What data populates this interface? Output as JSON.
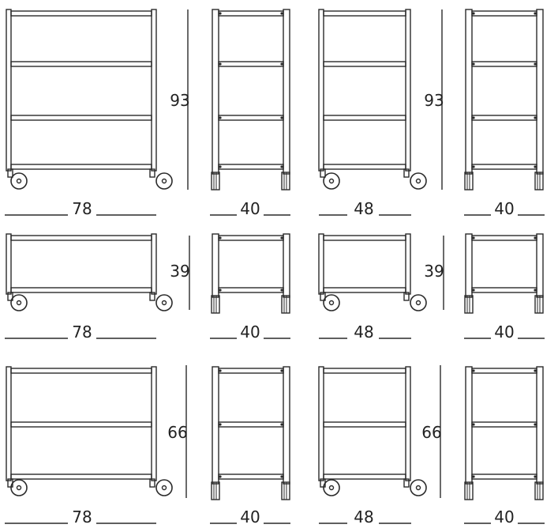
{
  "rows": [
    {
      "height_label": "93",
      "views": [
        {
          "kind": "front",
          "width_label": "78",
          "wheels": true
        },
        {
          "kind": "side",
          "width_label": "40",
          "wheels": false
        },
        {
          "kind": "front",
          "width_label": "48",
          "wheels": true
        },
        {
          "kind": "side",
          "width_label": "40",
          "wheels": false
        }
      ]
    },
    {
      "height_label": "39",
      "views": [
        {
          "kind": "front",
          "width_label": "78",
          "wheels": true
        },
        {
          "kind": "side",
          "width_label": "40",
          "wheels": false
        },
        {
          "kind": "front",
          "width_label": "48",
          "wheels": true
        },
        {
          "kind": "side",
          "width_label": "40",
          "wheels": false
        }
      ]
    },
    {
      "height_label": "66",
      "views": [
        {
          "kind": "front",
          "width_label": "78",
          "wheels": true
        },
        {
          "kind": "side",
          "width_label": "40",
          "wheels": false
        },
        {
          "kind": "front",
          "width_label": "48",
          "wheels": true
        },
        {
          "kind": "side",
          "width_label": "40",
          "wheels": false
        }
      ]
    }
  ],
  "colors": {
    "line": "#2a2a2a",
    "text": "#222222",
    "background": "#ffffff"
  }
}
